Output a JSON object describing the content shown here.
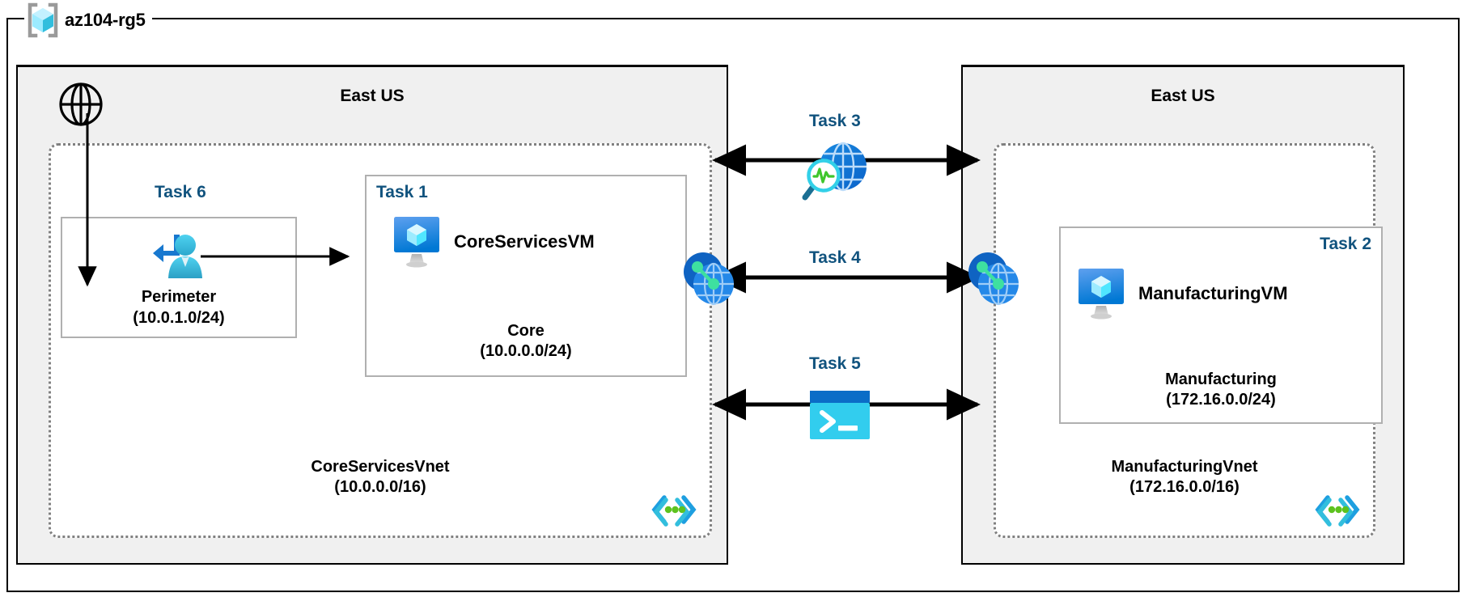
{
  "diagram": {
    "title": "az104-rg5",
    "resource_group_icon": "azure-resource-group-icon"
  },
  "regions": [
    {
      "id": "left",
      "label": "East US"
    },
    {
      "id": "right",
      "label": "East US"
    }
  ],
  "vnets": [
    {
      "id": "core",
      "name": "CoreServicesVnet",
      "cidr": "(10.0.0.0/16)",
      "region": "East US",
      "subnet_icon": "subnet-brackets-icon"
    },
    {
      "id": "manufacturing",
      "name": "ManufacturingVnet",
      "cidr": "(172.16.0.0/16)",
      "region": "East US",
      "subnet_icon": "subnet-brackets-icon"
    }
  ],
  "subnets": [
    {
      "id": "perimeter",
      "task": "Task 6",
      "name": "Perimeter",
      "cidr": "(10.0.1.0/24)",
      "icon": "bastion-user-icon"
    },
    {
      "id": "core",
      "task": "Task 1",
      "name": "Core",
      "cidr": "(10.0.0.0/24)",
      "vm": "CoreServicesVM",
      "icon": "virtual-machine-icon"
    },
    {
      "id": "manufacturing",
      "task": "Task 2",
      "name": "Manufacturing",
      "cidr": "(172.16.0.0/24)",
      "vm": "ManufacturingVM",
      "icon": "virtual-machine-icon"
    }
  ],
  "middle_tasks": [
    {
      "id": "task3",
      "label": "Task 3",
      "icon": "network-watcher-icon"
    },
    {
      "id": "task4",
      "label": "Task 4",
      "icon": "vnet-peering-icon"
    },
    {
      "id": "task5",
      "label": "Task 5",
      "icon": "cloud-shell-icon"
    }
  ],
  "icons": {
    "internet": "globe-internet-icon",
    "peering_left": "vnet-peering-icon",
    "peering_right": "vnet-peering-icon"
  },
  "colors": {
    "task_label": "#11537e",
    "region_fill": "#f0f0f0",
    "vnet_border": "#808080",
    "subnet_border": "#b0b0b0",
    "azure_blue": "#0078d4",
    "cyan": "#32bedd",
    "green": "#5dc21e",
    "arrow": "#000000"
  }
}
